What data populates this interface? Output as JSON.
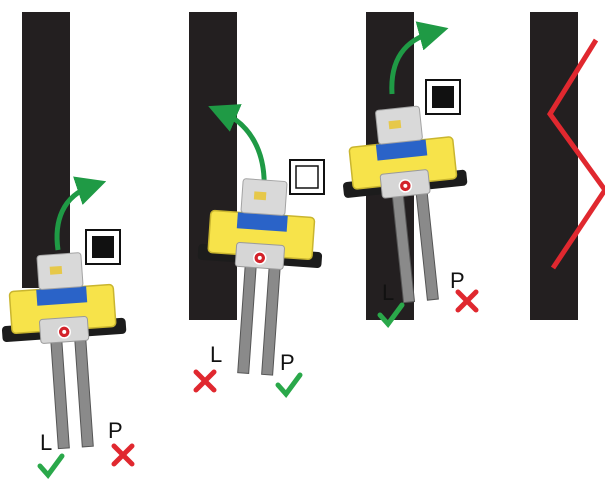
{
  "colors": {
    "track": "#231f20",
    "arrow": "#1f9a45",
    "check": "#2aa84a",
    "cross": "#e0282f",
    "zigzag": "#e0282f",
    "robot_yellow": "#f7e34a",
    "robot_blue": "#2a63c8",
    "robot_gray": "#d6d6d6",
    "robot_black": "#1c1c1c",
    "robot_red": "#d3222a"
  },
  "panels": [
    {
      "sensor_state": "black",
      "labels": {
        "left": "L",
        "right": "P"
      },
      "left_mark": "check-icon",
      "right_mark": "cross-icon"
    },
    {
      "sensor_state": "white",
      "labels": {
        "left": "L",
        "right": "P"
      },
      "left_mark": "cross-icon",
      "right_mark": "check-icon"
    },
    {
      "sensor_state": "black",
      "labels": {
        "left": "L",
        "right": "P"
      },
      "left_mark": "check-icon",
      "right_mark": "cross-icon"
    },
    {
      "path": "zigzag"
    }
  ]
}
